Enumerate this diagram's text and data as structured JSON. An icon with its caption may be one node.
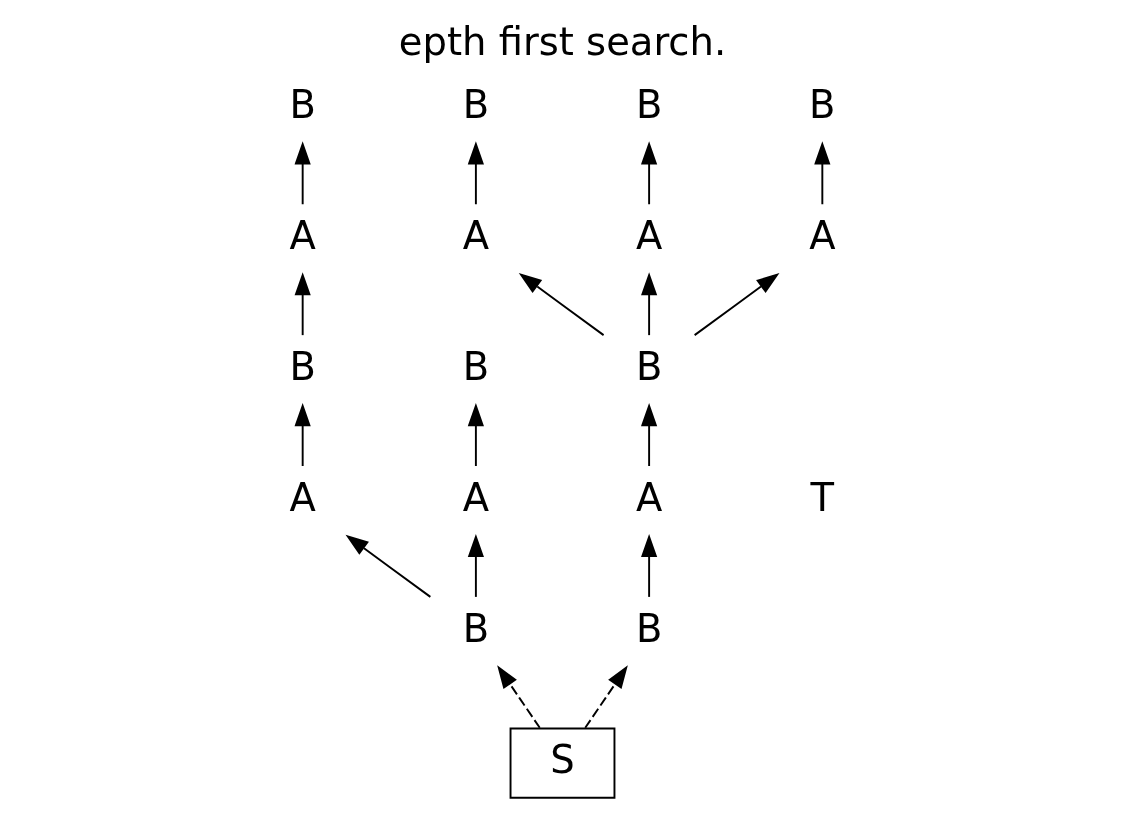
{
  "diagram": {
    "title": "epth first search.",
    "nodes": [
      {
        "text": [
          "B"
        ]
      },
      {
        "text": [
          "B"
        ]
      },
      {
        "text": [
          "B"
        ]
      },
      {
        "text": [
          "B"
        ]
      },
      {
        "text": [
          "A"
        ]
      },
      {
        "text": [
          "A"
        ]
      },
      {
        "text": [
          "A"
        ]
      },
      {
        "text": [
          "A"
        ]
      },
      {
        "text": [
          "B"
        ]
      },
      {
        "text": [
          "B"
        ]
      },
      {
        "text": [
          "B"
        ]
      },
      {
        "text": [
          "A"
        ]
      },
      {
        "text": [
          "A"
        ]
      },
      {
        "text": [
          "A"
        ]
      },
      {
        "text": [
          "B"
        ]
      },
      {
        "text": [
          "B"
        ]
      },
      {
        "text": [
          "S"
        ]
      }
    ],
    "edges": [
      {
        "from": 16,
        "to": 14,
        "arrow": "to",
        "style": "dashed"
      },
      {
        "from": 16,
        "to": 15,
        "arrow": "to",
        "style": "dashed"
      },
      {
        "from": 14,
        "to": 11,
        "arrow": "to"
      },
      {
        "from": 14,
        "to": 12,
        "arrow": "to"
      },
      {
        "from": 11,
        "to": 8,
        "arrow": "to"
      },
      {
        "from": 12,
        "to": 9,
        "arrow": "to"
      },
      {
        "from": 8,
        "to": 4,
        "arrow": "to"
      },
      {
        "from": 4,
        "to": 0,
        "arrow": "to"
      },
      {
        "from": 15,
        "to": 13,
        "arrow": "to"
      },
      {
        "from": 13,
        "to": 10,
        "arrow": "to"
      },
      {
        "from": 10,
        "to": 5,
        "arrow": "to"
      },
      {
        "from": 10,
        "to": 6,
        "arrow": "to"
      },
      {
        "from": 10,
        "to": 7,
        "arrow": "to"
      },
      {
        "from": 5,
        "to": 1,
        "arrow": "to"
      },
      {
        "from": 6,
        "to": 2,
        "arrow": "to"
      },
      {
        "from": 7,
        "to": 3,
        "arrow": "to"
      }
    ],
    "labels": [
      "T"
    ]
  }
}
